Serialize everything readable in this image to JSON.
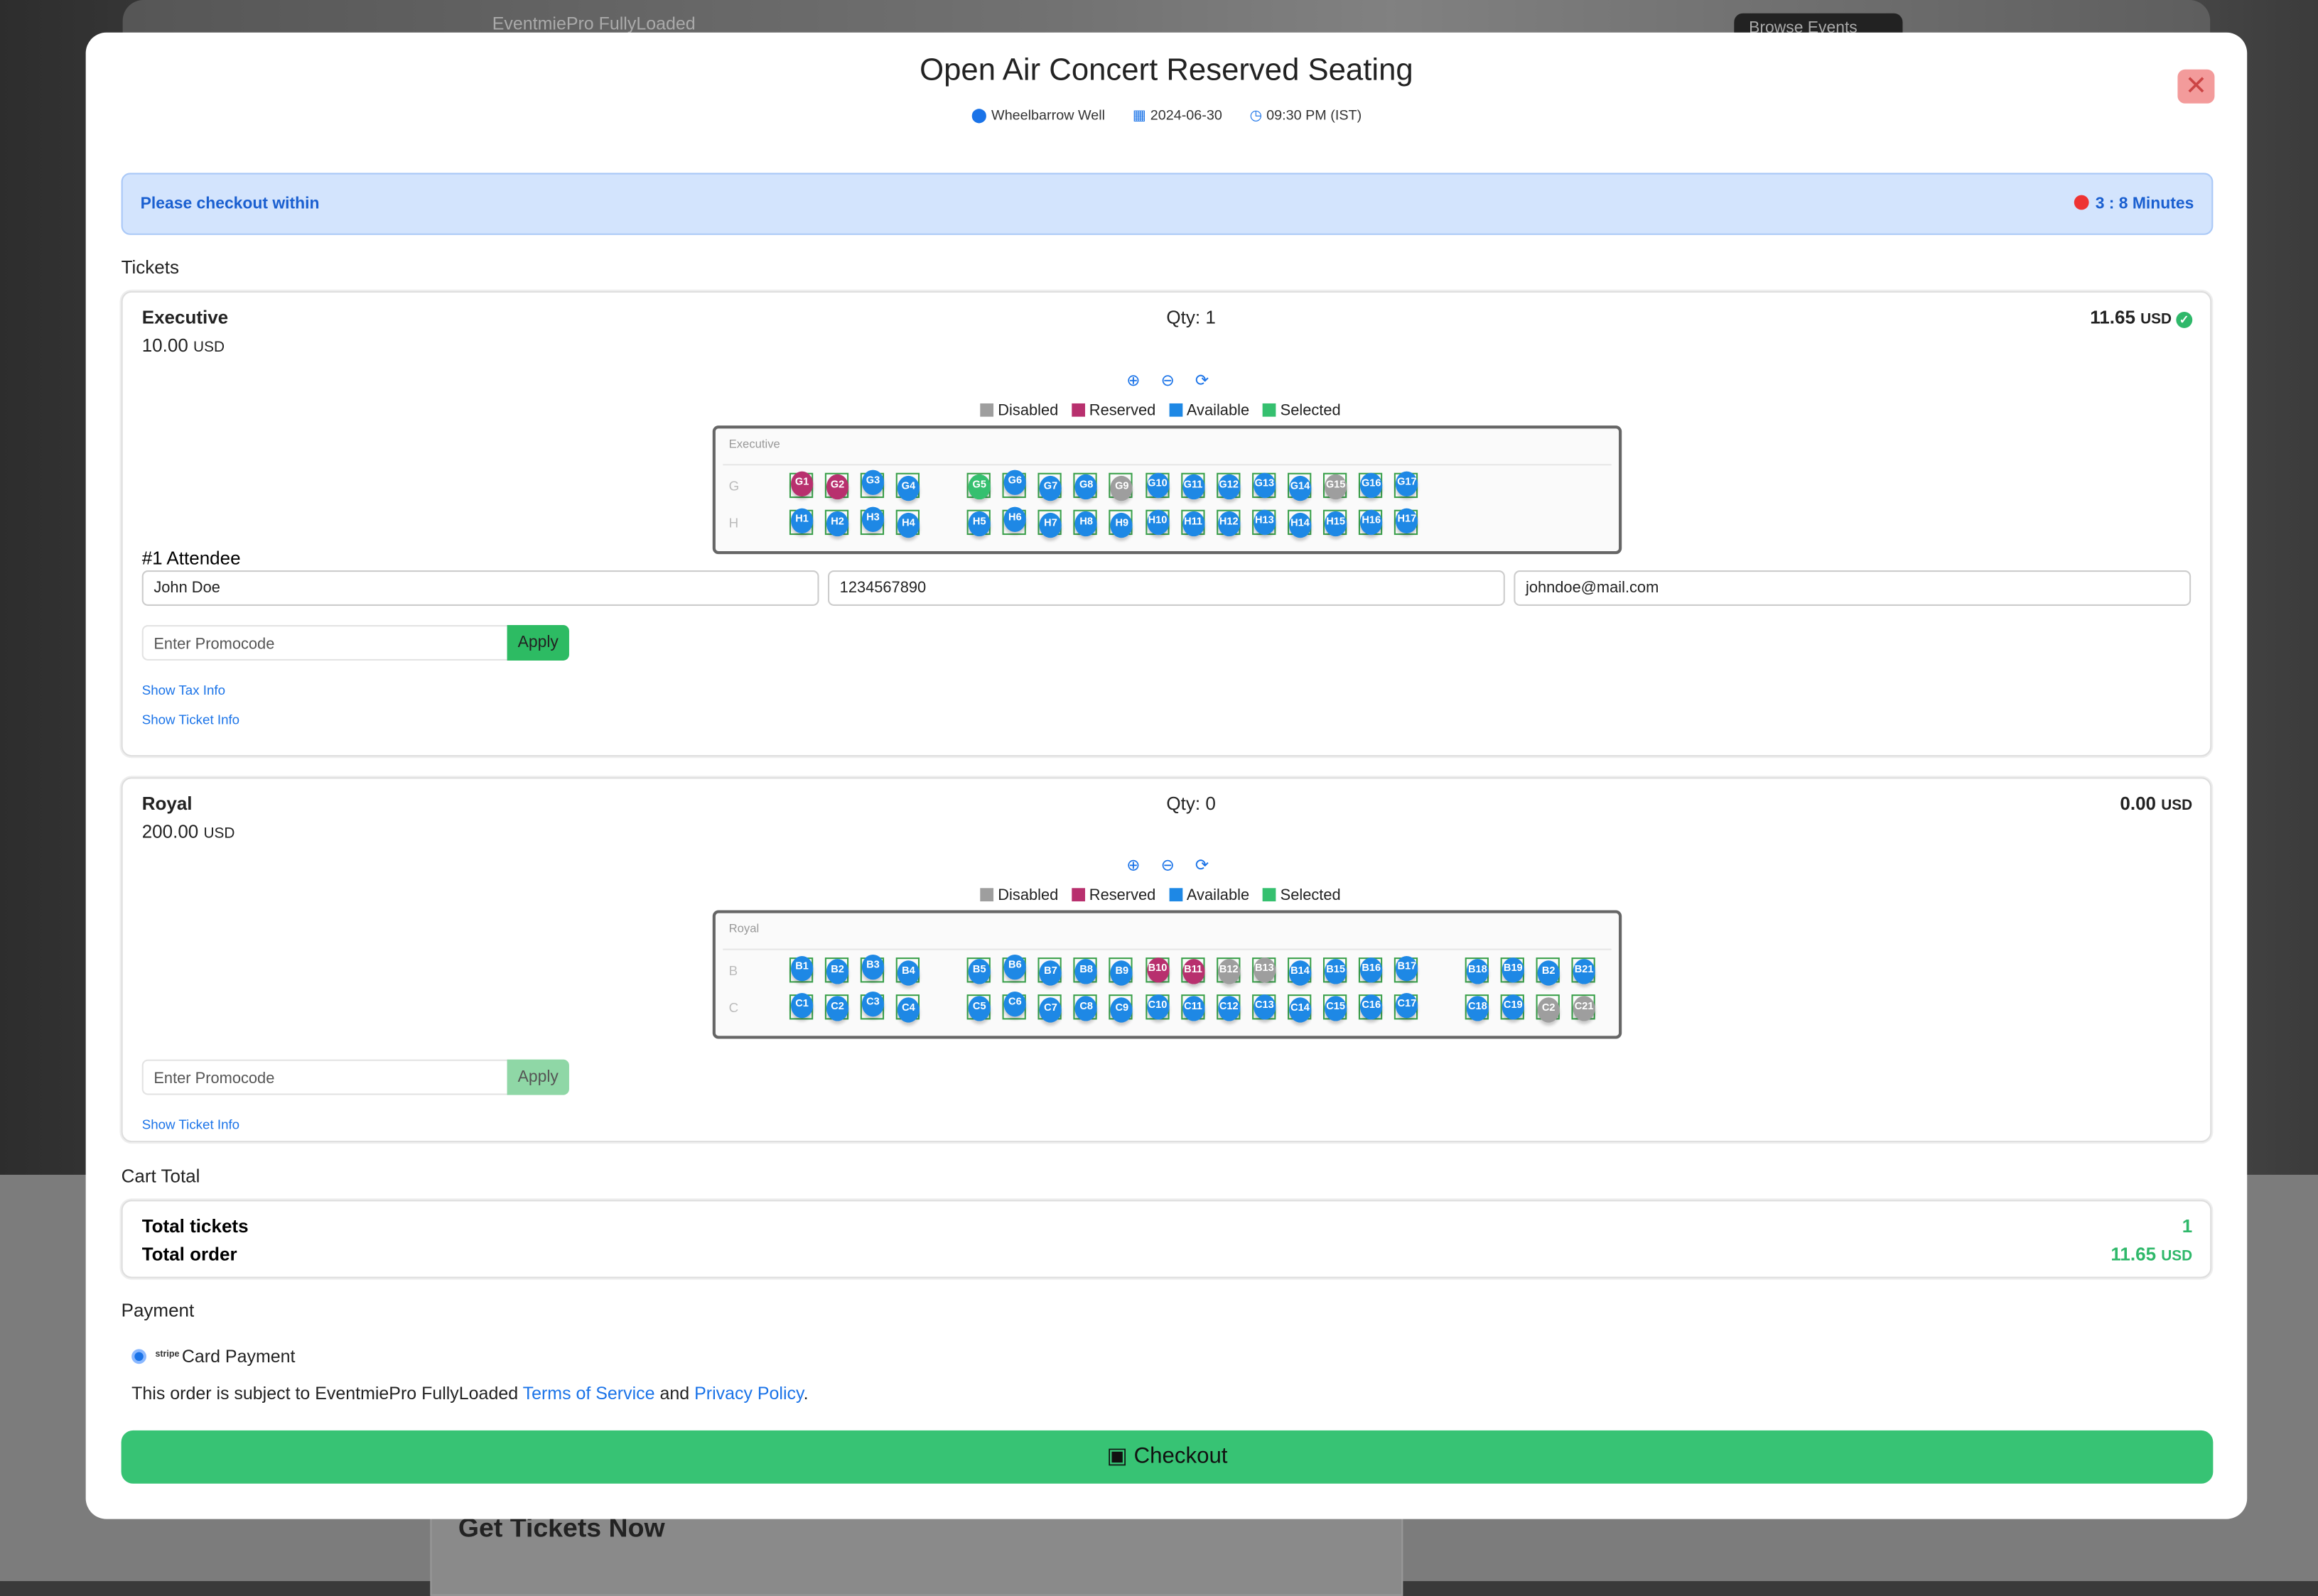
{
  "background": {
    "brand": "EventmiePro FullyLoaded",
    "browse_button": "Browse Events",
    "section_title": "Get Tickets Now"
  },
  "modal": {
    "title": "Open Air Concert Reserved Seating",
    "venue": "Wheelbarrow Well",
    "date": "2024-06-30",
    "time": "09:30 PM (IST)",
    "close_icon": "close-icon"
  },
  "timer": {
    "label": "Please checkout within",
    "value": "3 : 8 Minutes"
  },
  "tickets_heading": "Tickets",
  "legend": {
    "disabled": "Disabled",
    "reserved": "Reserved",
    "available": "Available",
    "selected": "Selected"
  },
  "colors": {
    "disabled": "#9e9e9e",
    "reserved": "#b8306e",
    "available": "#1e88e5",
    "selected": "#35c06f",
    "accent": "#1a73e8",
    "checkout": "#37c374"
  },
  "tickets": [
    {
      "name": "Executive",
      "price": "10.00",
      "currency": "USD",
      "qty": "Qty: 1",
      "total": "11.65",
      "map_title": "Executive",
      "rows": [
        {
          "label": "G",
          "seats": [
            [
              "G1",
              "reserved"
            ],
            [
              "G2",
              "reserved"
            ],
            [
              "G3",
              "available"
            ],
            [
              "G4",
              "available"
            ],
            [
              "G5",
              "selected"
            ],
            [
              "G6",
              "available"
            ],
            [
              "G7",
              "available"
            ],
            [
              "G8",
              "available"
            ],
            [
              "G9",
              "disabled"
            ],
            [
              "G10",
              "available"
            ],
            [
              "G11",
              "available"
            ],
            [
              "G12",
              "available"
            ],
            [
              "G13",
              "available"
            ],
            [
              "G14",
              "available"
            ],
            [
              "G15",
              "disabled"
            ],
            [
              "G16",
              "available"
            ],
            [
              "G17",
              "available"
            ]
          ]
        },
        {
          "label": "H",
          "seats": [
            [
              "H1",
              "available"
            ],
            [
              "H2",
              "available"
            ],
            [
              "H3",
              "available"
            ],
            [
              "H4",
              "available"
            ],
            [
              "H5",
              "available"
            ],
            [
              "H6",
              "available"
            ],
            [
              "H7",
              "available"
            ],
            [
              "H8",
              "available"
            ],
            [
              "H9",
              "available"
            ],
            [
              "H10",
              "available"
            ],
            [
              "H11",
              "available"
            ],
            [
              "H12",
              "available"
            ],
            [
              "H13",
              "available"
            ],
            [
              "H14",
              "available"
            ],
            [
              "H15",
              "available"
            ],
            [
              "H16",
              "available"
            ],
            [
              "H17",
              "available"
            ]
          ]
        }
      ],
      "attendee": {
        "heading": "#1 Attendee",
        "name": "John Doe",
        "phone": "1234567890",
        "email": "johndoe@mail.com"
      },
      "promo_placeholder": "Enter Promocode",
      "apply": "Apply",
      "links": [
        "Show Tax Info",
        "Show Ticket Info"
      ]
    },
    {
      "name": "Royal",
      "price": "200.00",
      "currency": "USD",
      "qty": "Qty: 0",
      "total": "0.00",
      "map_title": "Royal",
      "rows": [
        {
          "label": "B",
          "seats": [
            [
              "B1",
              "available"
            ],
            [
              "B2",
              "available"
            ],
            [
              "B3",
              "available"
            ],
            [
              "B4",
              "available"
            ],
            [
              "B5",
              "available"
            ],
            [
              "B6",
              "available"
            ],
            [
              "B7",
              "available"
            ],
            [
              "B8",
              "available"
            ],
            [
              "B9",
              "available"
            ],
            [
              "B10",
              "reserved"
            ],
            [
              "B11",
              "reserved"
            ],
            [
              "B12",
              "disabled"
            ],
            [
              "B13",
              "disabled"
            ],
            [
              "B14",
              "available"
            ],
            [
              "B15",
              "available"
            ],
            [
              "B16",
              "available"
            ],
            [
              "B17",
              "available"
            ],
            [
              "B18",
              "available"
            ],
            [
              "B19",
              "available"
            ],
            [
              "B2",
              "available"
            ],
            [
              "B21",
              "available"
            ]
          ]
        },
        {
          "label": "C",
          "seats": [
            [
              "C1",
              "available"
            ],
            [
              "C2",
              "available"
            ],
            [
              "C3",
              "available"
            ],
            [
              "C4",
              "available"
            ],
            [
              "C5",
              "available"
            ],
            [
              "C6",
              "available"
            ],
            [
              "C7",
              "available"
            ],
            [
              "C8",
              "available"
            ],
            [
              "C9",
              "available"
            ],
            [
              "C10",
              "available"
            ],
            [
              "C11",
              "available"
            ],
            [
              "C12",
              "available"
            ],
            [
              "C13",
              "available"
            ],
            [
              "C14",
              "available"
            ],
            [
              "C15",
              "available"
            ],
            [
              "C16",
              "available"
            ],
            [
              "C17",
              "available"
            ],
            [
              "C18",
              "available"
            ],
            [
              "C19",
              "available"
            ],
            [
              "C2",
              "disabled"
            ],
            [
              "C21",
              "disabled"
            ]
          ]
        }
      ],
      "promo_placeholder": "Enter Promocode",
      "apply": "Apply",
      "links": [
        "Show Ticket Info"
      ]
    }
  ],
  "cart": {
    "heading": "Cart Total",
    "tickets_label": "Total tickets",
    "tickets_value": "1",
    "order_label": "Total order",
    "order_value": "11.65",
    "currency": "USD"
  },
  "payment": {
    "heading": "Payment",
    "logo": "stripe",
    "method": "Card Payment",
    "terms_prefix": "This order is subject to EventmiePro FullyLoaded",
    "terms_link": "Terms of Service",
    "and": "and",
    "privacy_link": "Privacy Policy",
    "period": "."
  },
  "checkout": "Checkout"
}
